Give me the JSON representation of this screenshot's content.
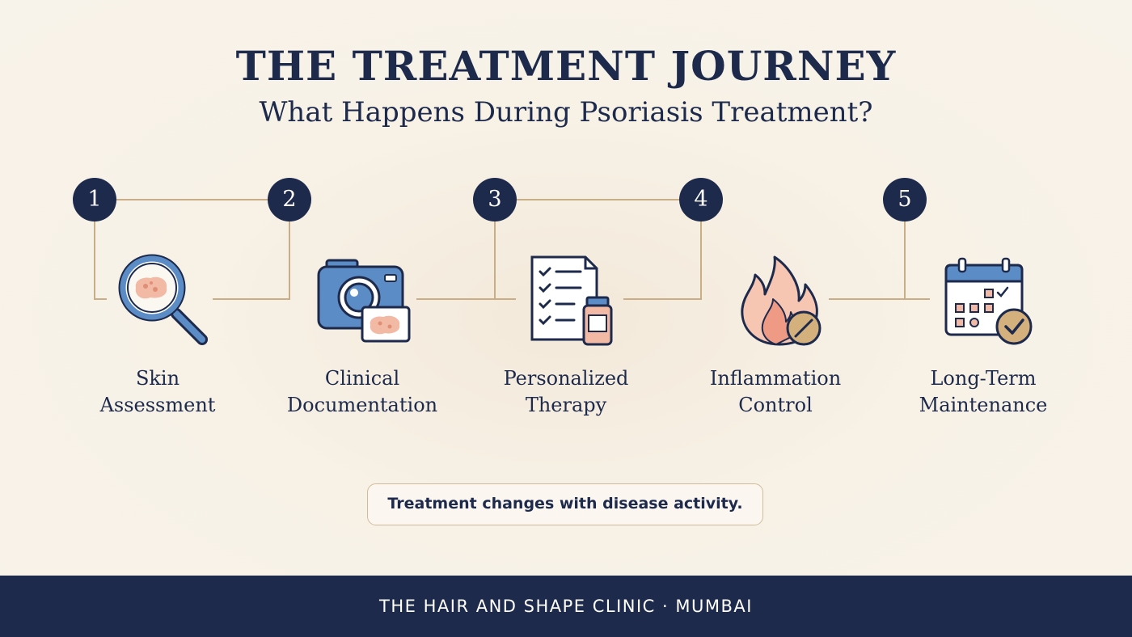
{
  "header": {
    "title": "THE TREATMENT JOURNEY",
    "subtitle": "What Happens During Psoriasis Treatment?"
  },
  "steps": [
    {
      "number": "1",
      "label_line1": "Skin",
      "label_line2": "Assessment",
      "icon": "magnifying-glass-icon"
    },
    {
      "number": "2",
      "label_line1": "Clinical",
      "label_line2": "Documentation",
      "icon": "camera-icon"
    },
    {
      "number": "3",
      "label_line1": "Personalized",
      "label_line2": "Therapy",
      "icon": "prescription-checklist-icon"
    },
    {
      "number": "4",
      "label_line1": "Inflammation",
      "label_line2": "Control",
      "icon": "flame-icon"
    },
    {
      "number": "5",
      "label_line1": "Long-Term",
      "label_line2": "Maintenance",
      "icon": "calendar-check-icon"
    }
  ],
  "note": "Treatment changes with disease activity.",
  "footer": "THE HAIR AND SHAPE CLINIC · MUMBAI",
  "colors": {
    "navy": "#1d2a4c",
    "line": "#c9ad86",
    "icon_blue": "#5b8cc5",
    "icon_peach": "#f2b9a4",
    "background": "#f7f1e6"
  }
}
